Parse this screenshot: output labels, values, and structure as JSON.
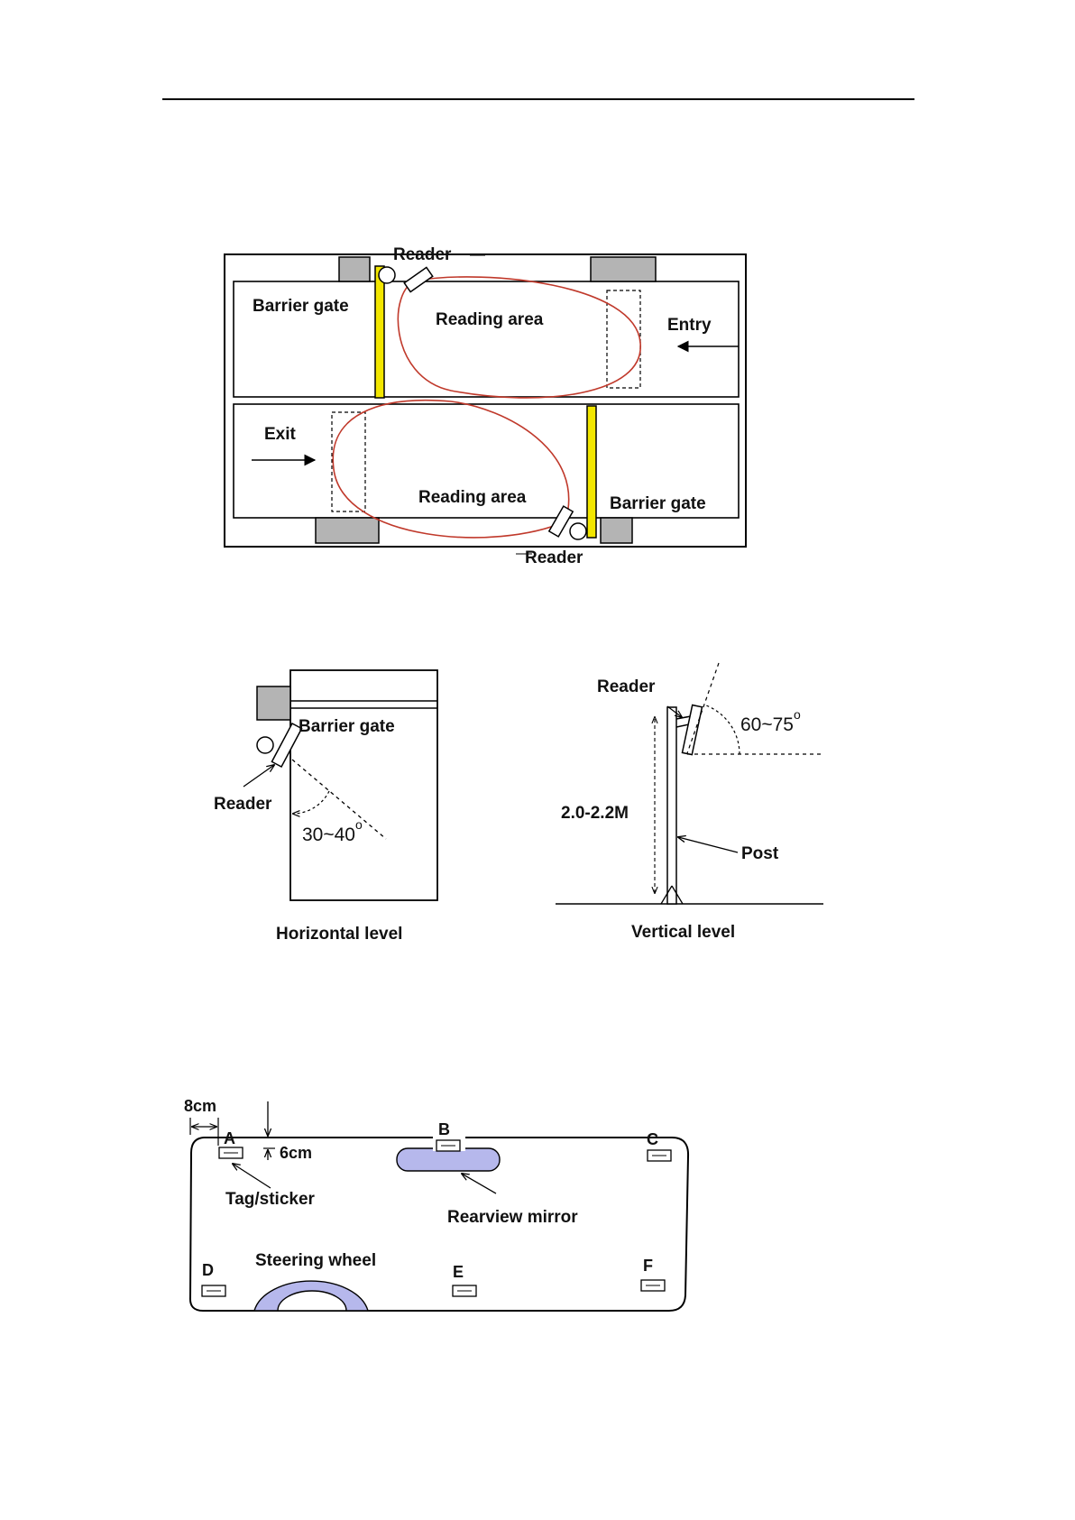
{
  "parking_diagram": {
    "reader_top": "Reader",
    "reader_bottom": "Reader",
    "barrier_gate_left": "Barrier gate",
    "barrier_gate_right": "Barrier gate",
    "reading_area_top": "Reading area",
    "reading_area_bottom": "Reading area",
    "entry": "Entry",
    "exit": "Exit"
  },
  "horizontal_diagram": {
    "barrier_gate": "Barrier gate",
    "reader": "Reader",
    "angle": "30~40",
    "angle_unit": "o",
    "caption": "Horizontal level"
  },
  "vertical_diagram": {
    "reader": "Reader",
    "angle": "60~75",
    "angle_unit": "o",
    "height": "2.0-2.2M",
    "post": "Post",
    "caption": "Vertical level"
  },
  "windshield_diagram": {
    "dist_side": "8cm",
    "dist_top": "6cm",
    "positions": [
      "A",
      "B",
      "C",
      "D",
      "E",
      "F"
    ],
    "tag": "Tag/sticker",
    "mirror": "Rearview mirror",
    "wheel": "Steering wheel"
  },
  "colors": {
    "gate_yellow": "#f2e600",
    "reading_area_red": "#c0392b",
    "block_gray": "#b4b4b4",
    "mirror_blue": "#b6b8ec"
  }
}
